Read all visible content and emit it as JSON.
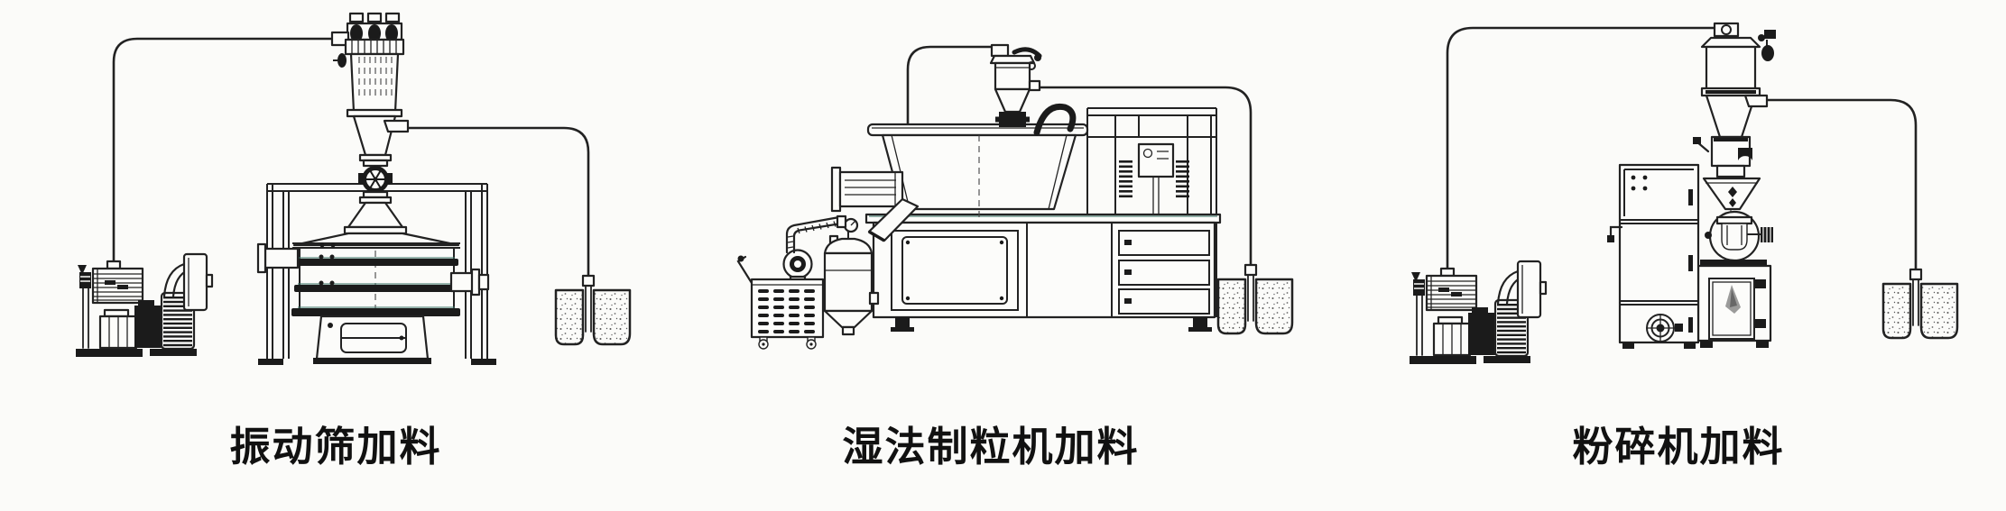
{
  "page": {
    "background": "#fbfbf9",
    "ink": "#222222",
    "accent_fringe": "#3e7668"
  },
  "figures": [
    {
      "id": "vibrating-sieve-feeding",
      "caption": "振动筛加料"
    },
    {
      "id": "wet-granulator-feeding",
      "caption": "湿法制粒机加料"
    },
    {
      "id": "pulverizer-feeding",
      "caption": "粉碎机加料"
    }
  ]
}
